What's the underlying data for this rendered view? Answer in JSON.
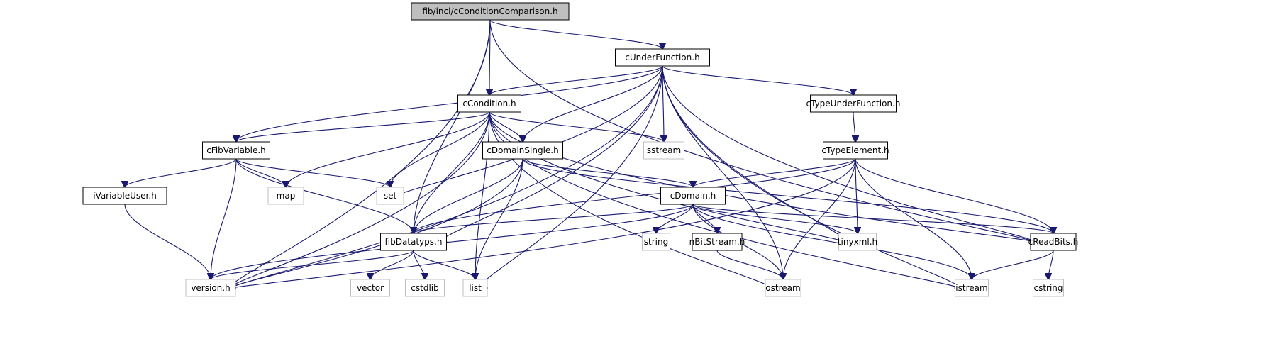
{
  "title": "fib/incl/cConditionComparison.h",
  "colors": {
    "edge": "#191970",
    "root_fill": "#bfbfbf",
    "local_border": "#000000",
    "system_border": "#bfbfbf"
  },
  "nodes": [
    {
      "id": "root",
      "label": "fib/incl/cConditionComparison.h",
      "kind": "root"
    },
    {
      "id": "cUnderFunction",
      "label": "cUnderFunction.h",
      "kind": "local"
    },
    {
      "id": "cCondition",
      "label": "cCondition.h",
      "kind": "local"
    },
    {
      "id": "cTypeUnderFunction",
      "label": "cTypeUnderFunction.h",
      "kind": "local"
    },
    {
      "id": "cFibVariable",
      "label": "cFibVariable.h",
      "kind": "local"
    },
    {
      "id": "cDomainSingle",
      "label": "cDomainSingle.h",
      "kind": "local"
    },
    {
      "id": "sstream",
      "label": "sstream",
      "kind": "system"
    },
    {
      "id": "cTypeElement",
      "label": "cTypeElement.h",
      "kind": "local"
    },
    {
      "id": "iVariableUser",
      "label": "iVariableUser.h",
      "kind": "local"
    },
    {
      "id": "map",
      "label": "map",
      "kind": "system"
    },
    {
      "id": "set",
      "label": "set",
      "kind": "system"
    },
    {
      "id": "cDomain",
      "label": "cDomain.h",
      "kind": "local"
    },
    {
      "id": "fibDatatyps",
      "label": "fibDatatyps.h",
      "kind": "local"
    },
    {
      "id": "string",
      "label": "string",
      "kind": "system"
    },
    {
      "id": "nBitStream",
      "label": "nBitStream.h",
      "kind": "local"
    },
    {
      "id": "tinyxml",
      "label": "tinyxml.h",
      "kind": "system"
    },
    {
      "id": "cReadBits",
      "label": "cReadBits.h",
      "kind": "local"
    },
    {
      "id": "version",
      "label": "version.h",
      "kind": "system"
    },
    {
      "id": "vector",
      "label": "vector",
      "kind": "system"
    },
    {
      "id": "cstdlib",
      "label": "cstdlib",
      "kind": "system"
    },
    {
      "id": "list",
      "label": "list",
      "kind": "system"
    },
    {
      "id": "ostream",
      "label": "ostream",
      "kind": "system"
    },
    {
      "id": "istream",
      "label": "istream",
      "kind": "system"
    },
    {
      "id": "cstring",
      "label": "cstring",
      "kind": "system"
    }
  ],
  "edges": [
    [
      "root",
      "cUnderFunction"
    ],
    [
      "root",
      "cCondition"
    ],
    [
      "root",
      "version"
    ],
    [
      "root",
      "fibDatatyps"
    ],
    [
      "root",
      "cReadBits"
    ],
    [
      "cUnderFunction",
      "cCondition"
    ],
    [
      "cUnderFunction",
      "cTypeUnderFunction"
    ],
    [
      "cUnderFunction",
      "cFibVariable"
    ],
    [
      "cUnderFunction",
      "cDomainSingle"
    ],
    [
      "cUnderFunction",
      "sstream"
    ],
    [
      "cUnderFunction",
      "set"
    ],
    [
      "cUnderFunction",
      "fibDatatyps"
    ],
    [
      "cUnderFunction",
      "version"
    ],
    [
      "cUnderFunction",
      "tinyxml"
    ],
    [
      "cUnderFunction",
      "cReadBits"
    ],
    [
      "cUnderFunction",
      "ostream"
    ],
    [
      "cUnderFunction",
      "istream"
    ],
    [
      "cUnderFunction",
      "list"
    ],
    [
      "cCondition",
      "cFibVariable"
    ],
    [
      "cCondition",
      "cDomainSingle"
    ],
    [
      "cCondition",
      "sstream"
    ],
    [
      "cCondition",
      "map"
    ],
    [
      "cCondition",
      "set"
    ],
    [
      "cCondition",
      "fibDatatyps"
    ],
    [
      "cCondition",
      "version"
    ],
    [
      "cCondition",
      "list"
    ],
    [
      "cCondition",
      "ostream"
    ],
    [
      "cCondition",
      "tinyxml"
    ],
    [
      "cCondition",
      "istream"
    ],
    [
      "cCondition",
      "cReadBits"
    ],
    [
      "cTypeUnderFunction",
      "cTypeElement"
    ],
    [
      "cFibVariable",
      "iVariableUser"
    ],
    [
      "cFibVariable",
      "map"
    ],
    [
      "cFibVariable",
      "set"
    ],
    [
      "cFibVariable",
      "fibDatatyps"
    ],
    [
      "cFibVariable",
      "version"
    ],
    [
      "cDomainSingle",
      "cDomain"
    ],
    [
      "cDomainSingle",
      "fibDatatyps"
    ],
    [
      "cDomainSingle",
      "version"
    ],
    [
      "cDomainSingle",
      "list"
    ],
    [
      "cDomainSingle",
      "cReadBits"
    ],
    [
      "cTypeElement",
      "cDomain"
    ],
    [
      "cTypeElement",
      "fibDatatyps"
    ],
    [
      "cTypeElement",
      "version"
    ],
    [
      "cTypeElement",
      "tinyxml"
    ],
    [
      "cTypeElement",
      "cReadBits"
    ],
    [
      "cTypeElement",
      "ostream"
    ],
    [
      "cTypeElement",
      "istream"
    ],
    [
      "iVariableUser",
      "version"
    ],
    [
      "cDomain",
      "fibDatatyps"
    ],
    [
      "cDomain",
      "string"
    ],
    [
      "cDomain",
      "nBitStream"
    ],
    [
      "cDomain",
      "tinyxml"
    ],
    [
      "cDomain",
      "cReadBits"
    ],
    [
      "cDomain",
      "ostream"
    ],
    [
      "cDomain",
      "istream"
    ],
    [
      "cDomain",
      "version"
    ],
    [
      "fibDatatyps",
      "version"
    ],
    [
      "fibDatatyps",
      "vector"
    ],
    [
      "fibDatatyps",
      "cstdlib"
    ],
    [
      "fibDatatyps",
      "list"
    ],
    [
      "nBitStream",
      "ostream"
    ],
    [
      "cReadBits",
      "istream"
    ],
    [
      "cReadBits",
      "cstring"
    ]
  ]
}
